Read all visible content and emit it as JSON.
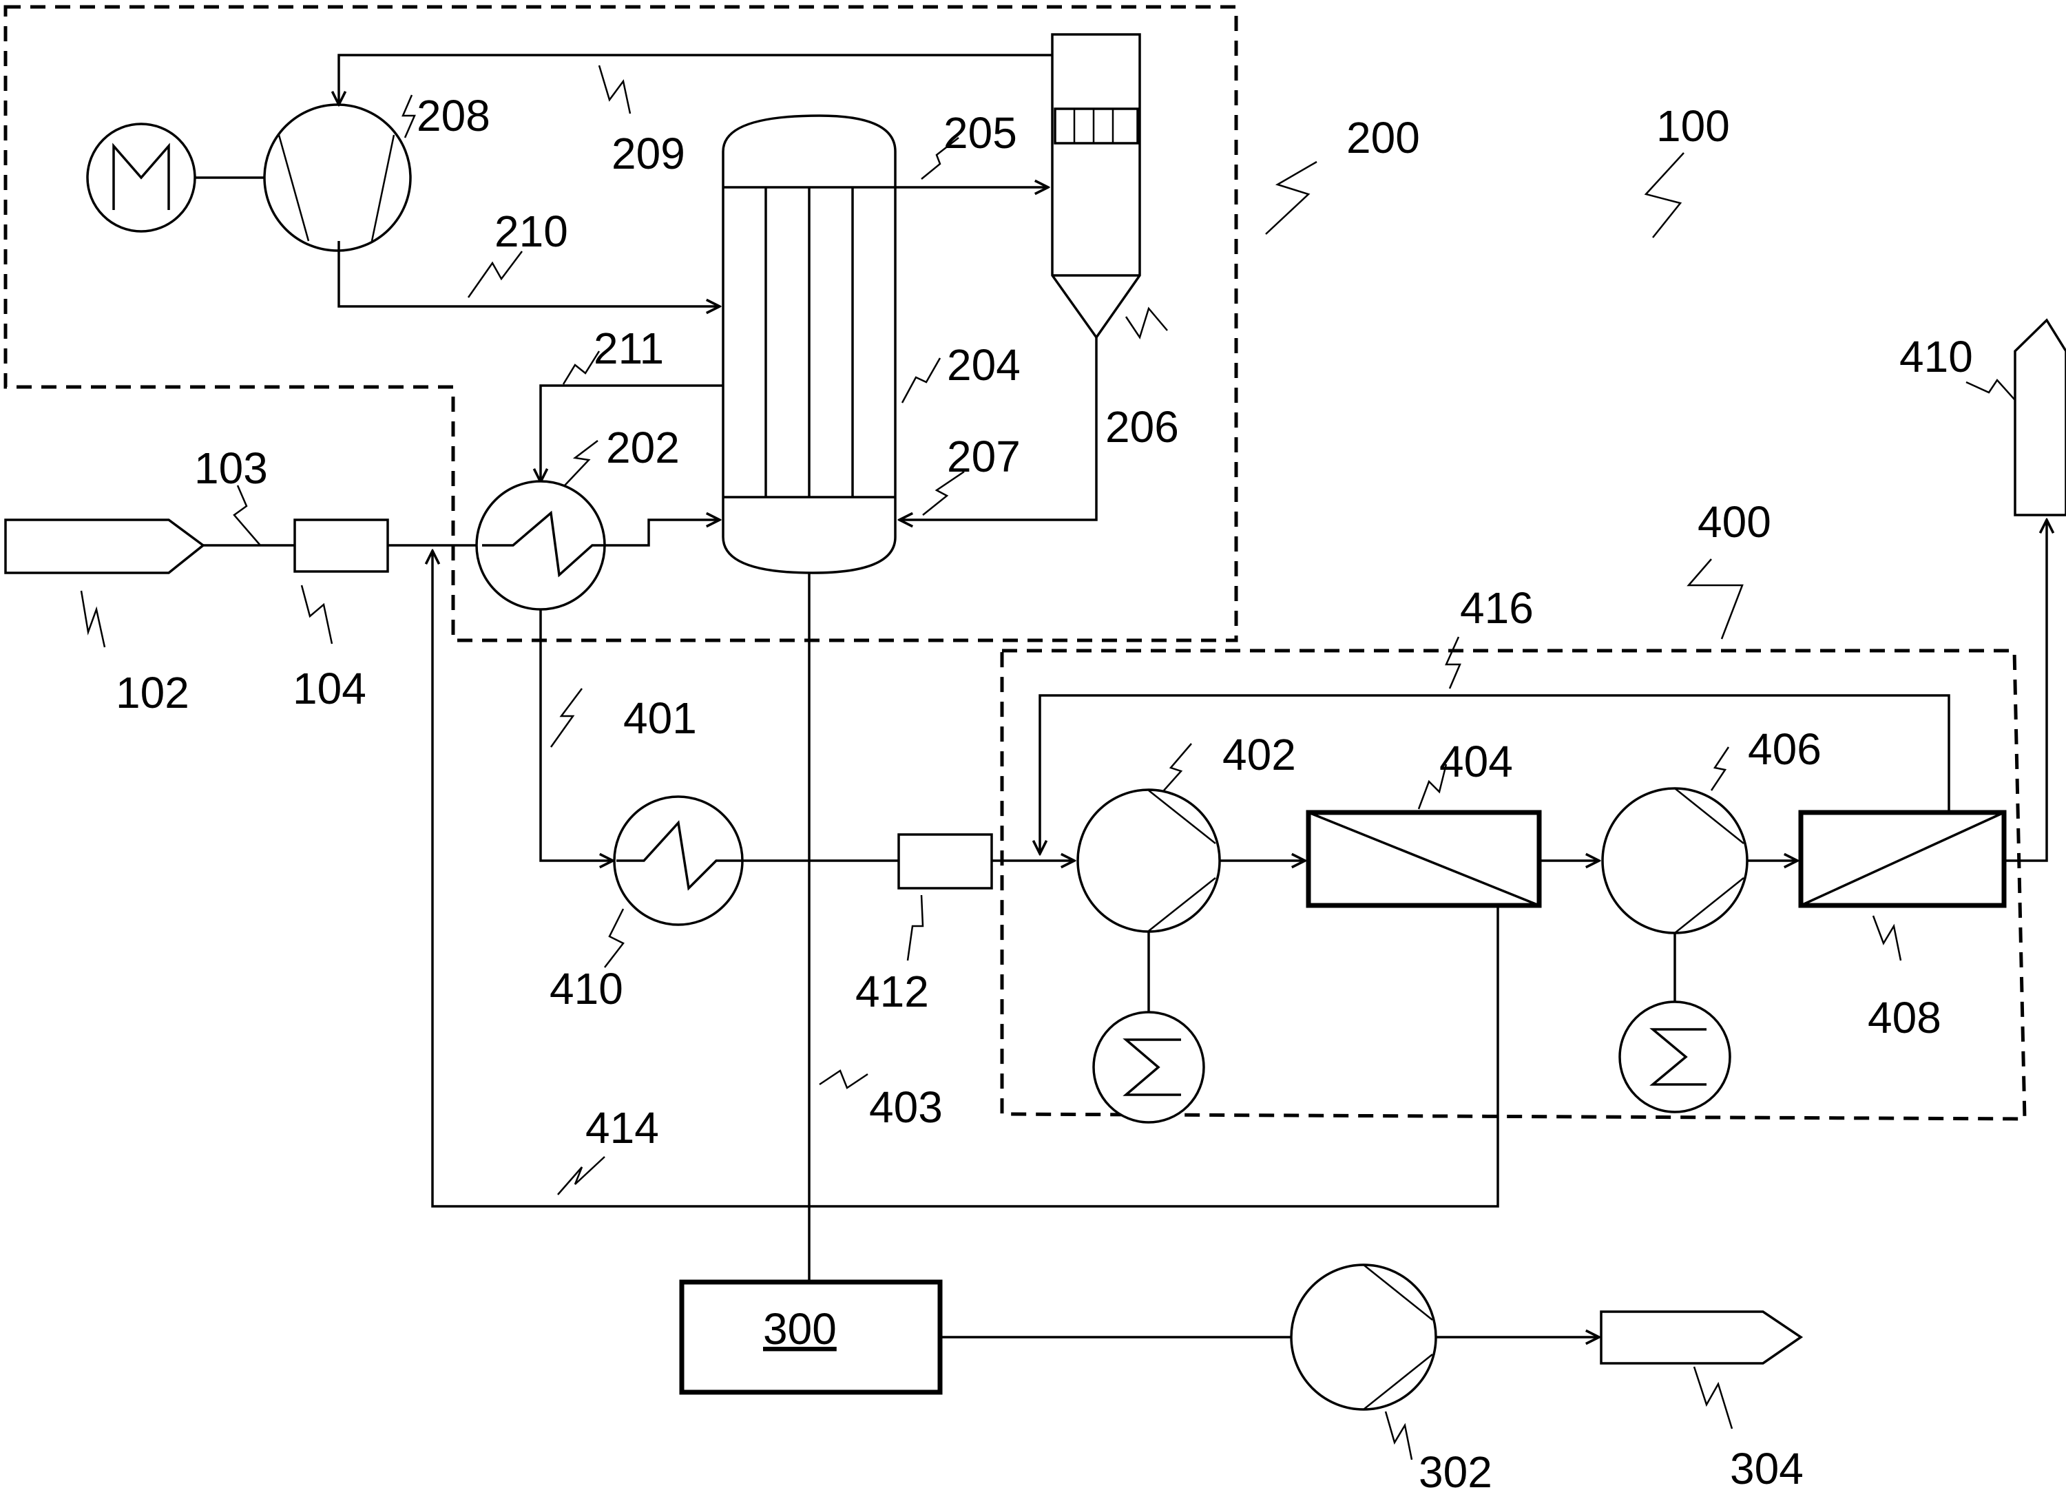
{
  "labels": {
    "l100": "100",
    "l102": "102",
    "l103": "103",
    "l104": "104",
    "l200": "200",
    "l202": "202",
    "l204": "204",
    "l205": "205",
    "l206": "206",
    "l207": "207",
    "l208": "208",
    "l209": "209",
    "l210": "210",
    "l211": "211",
    "l300": "300",
    "l302": "302",
    "l304": "304",
    "l400": "400",
    "l401": "401",
    "l402": "402",
    "l403": "403",
    "l404": "404",
    "l406": "406",
    "l408": "408",
    "l410_tank": "410",
    "l410_hx": "410",
    "l412": "412",
    "l414": "414",
    "l416": "416"
  }
}
